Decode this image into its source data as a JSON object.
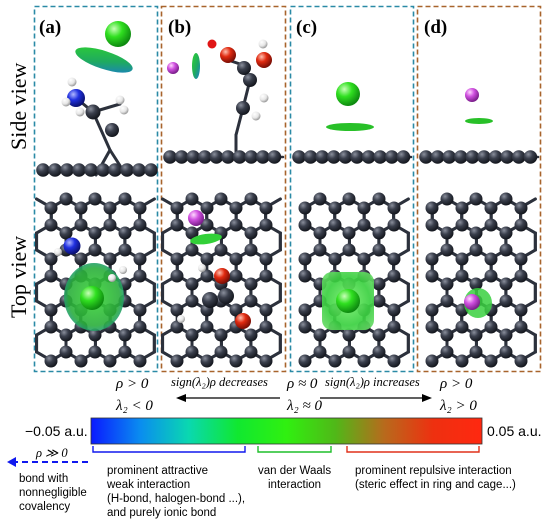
{
  "panels": [
    {
      "label": "(a)",
      "frame_color": "#2a8aa6"
    },
    {
      "label": "(b)",
      "frame_color": "#a8642c"
    },
    {
      "label": "(c)",
      "frame_color": "#2a8aa6"
    },
    {
      "label": "(d)",
      "frame_color": "#a8642c"
    }
  ],
  "row_labels": {
    "side": "Side view",
    "top": "Top view"
  },
  "scale": {
    "left_cond1": "ρ > 0",
    "left_cond2": "λ₂ < 0",
    "mid_cond1": "ρ ≈ 0",
    "mid_cond2": "λ₂ ≈ 0",
    "right_cond1": "ρ > 0",
    "right_cond2": "λ₂ > 0",
    "decreases": "sign(λ₂)ρ decreases",
    "increases": "sign(λ₂)ρ increases",
    "min_label": "−0.05 a.u.",
    "max_label": "0.05 a.u.",
    "rho_big": "ρ ≫ 0",
    "gradient_colors": [
      "#0a1aff",
      "#0a8cf0",
      "#0ad8b0",
      "#10e830",
      "#30f010",
      "#50b818",
      "#b86a1c",
      "#ee3010",
      "#ff2810"
    ]
  },
  "categories": {
    "covalent": [
      "bond with",
      "nonnegligible",
      "covalency"
    ],
    "attractive": [
      "prominent attractive",
      "weak interaction",
      "(H-bond, halogen-bond ...),",
      "and purely ionic bond"
    ],
    "vdw": [
      "van der Waals",
      "interaction"
    ],
    "repulsive": [
      "prominent repulsive interaction",
      "(steric effect in ring and cage...)"
    ]
  },
  "colors": {
    "blue": "#1018ee",
    "green": "#1fbf2a",
    "red": "#e0301a",
    "carbon": "#2a2f3a"
  }
}
